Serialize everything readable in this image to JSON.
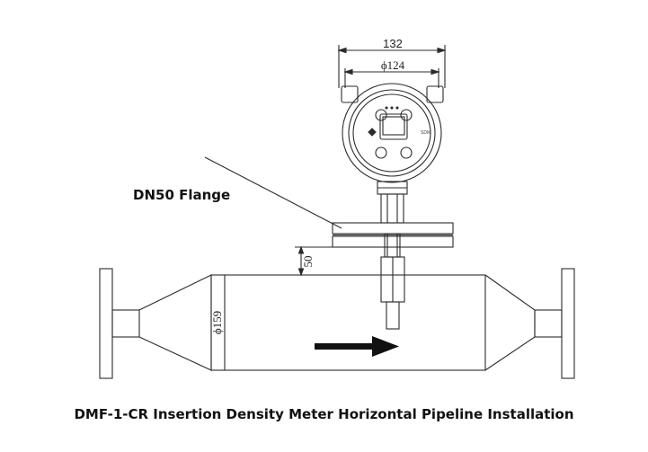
{
  "dimensions": {
    "width_overall": "132",
    "width_diameter": "ϕ124",
    "height_offset": "50",
    "pipe_diameter": "ϕ159"
  },
  "labels": {
    "flange": "DN50 Flange",
    "caption": "DMF-1-CR Insertion Density Meter Horizontal Pipeline Installation"
  },
  "display": {
    "model_text": "SDM"
  },
  "icons": [
    "flow-direction-arrow-icon"
  ],
  "colors": {
    "line": "#2b2b2b",
    "background": "#ffffff"
  }
}
